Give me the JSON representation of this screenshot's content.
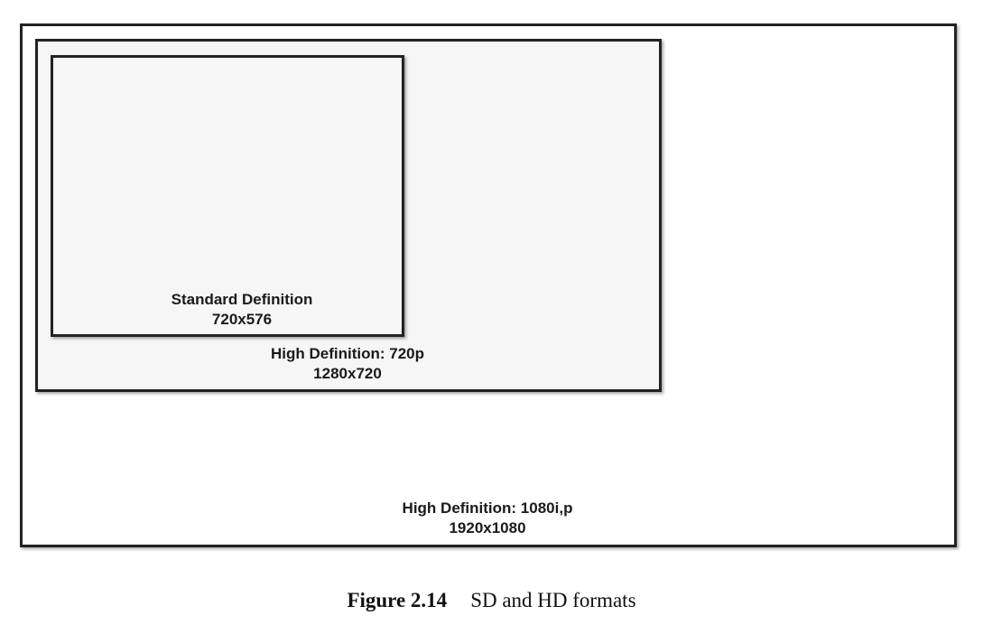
{
  "formats": {
    "hd1080": {
      "title": "High Definition: 1080i,p",
      "resolution": "1920x1080"
    },
    "hd720": {
      "title": "High Definition: 720p",
      "resolution": "1280x720"
    },
    "sd": {
      "title": "Standard Definition",
      "resolution": "720x576"
    }
  },
  "caption": {
    "figure_number": "Figure 2.14",
    "text": "SD and HD formats"
  },
  "colors": {
    "border": "#222222",
    "inner_fill": "#f6f6f6",
    "outer_fill": "#ffffff"
  }
}
